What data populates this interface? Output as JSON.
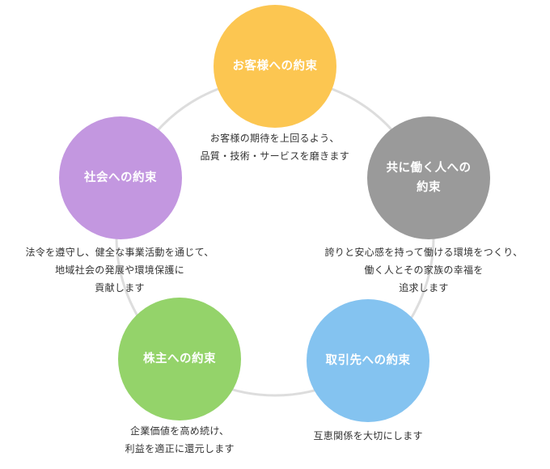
{
  "diagram": {
    "nodes": [
      {
        "key": "customer",
        "title_lines": [
          "お客様への約束"
        ],
        "color": "#FCC651",
        "desc_lines": [
          "お客様の期待を上回るよう、",
          "品質・技術・サービスを磨きます"
        ]
      },
      {
        "key": "colleague",
        "title_lines": [
          "共に働く人への",
          "約束"
        ],
        "color": "#9A9A9A",
        "desc_lines": [
          "誇りと安心感を持って働ける環境をつくり、",
          "働く人とその家族の幸福を",
          "追求します"
        ]
      },
      {
        "key": "partner",
        "title_lines": [
          "取引先への約束"
        ],
        "color": "#84C3F0",
        "desc_lines": [
          "互恵関係を大切にします"
        ]
      },
      {
        "key": "shareholder",
        "title_lines": [
          "株主への約束"
        ],
        "color": "#94D36A",
        "desc_lines": [
          "企業価値を高め続け、",
          "利益を適正に還元します"
        ]
      },
      {
        "key": "society",
        "title_lines": [
          "社会への約束"
        ],
        "color": "#C397E0",
        "desc_lines": [
          "法令を遵守し、健全な事業活動を通じて、",
          "地域社会の発展や環境保護に",
          "貢献します"
        ]
      }
    ]
  }
}
